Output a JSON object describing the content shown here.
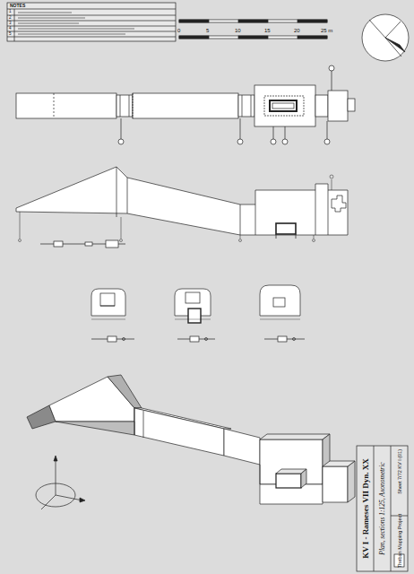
{
  "diagram": {
    "nodes": [
      {
        "text": [
          "KV I - Rameses VII Dyn. XX",
          "Plan, sections 1:125, Axonometric",
          "Theban Mapping Project",
          "Sheet 7/72 KV I (01)"
        ]
      }
    ],
    "labels": [
      "NOTES",
      "1",
      "2",
      "3",
      "4",
      "5",
      "0",
      "5",
      "10",
      "15",
      "20",
      "25 m"
    ]
  }
}
